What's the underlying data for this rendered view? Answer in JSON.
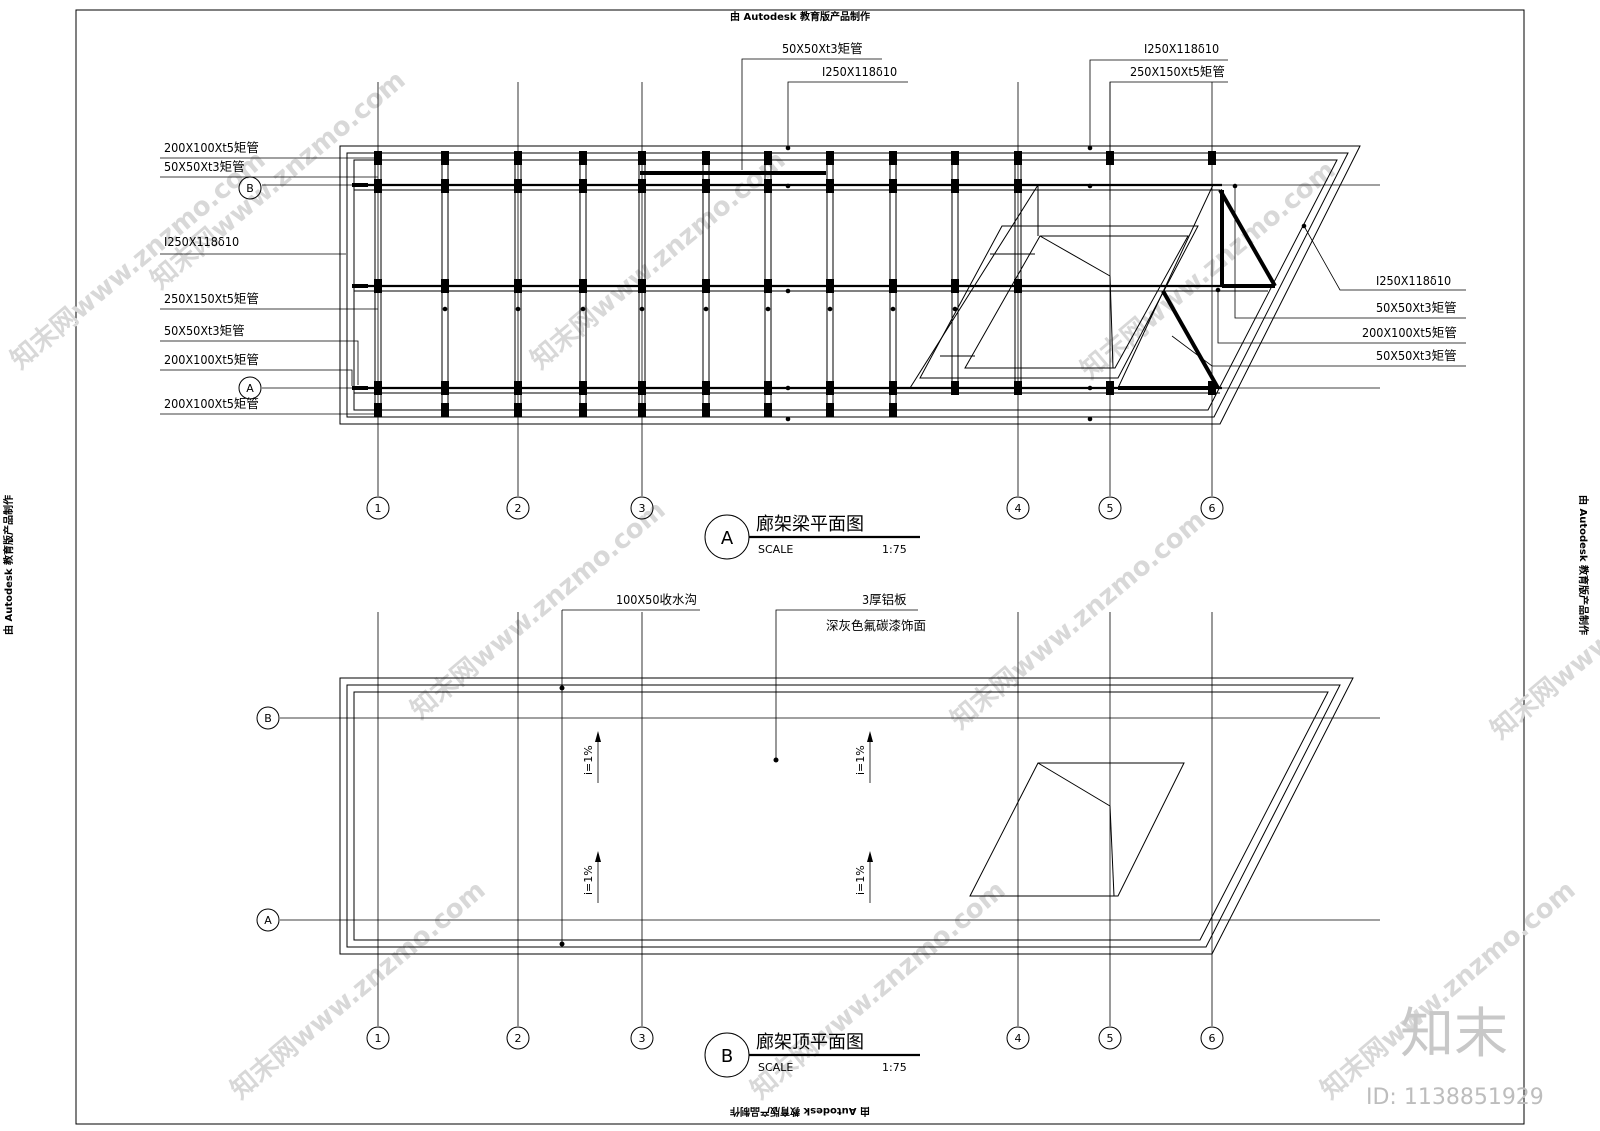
{
  "stamp": "由 Autodesk 教育版产品制作",
  "grid_labels": [
    "1",
    "2",
    "3",
    "4",
    "5",
    "6"
  ],
  "row_labels": [
    "A",
    "B"
  ],
  "plan_a": {
    "marker": "A",
    "title": "廊架梁平面图",
    "scale_label": "SCALE",
    "scale": "1:75",
    "left_callouts": [
      "200X100Xt5矩管",
      "50X50Xt3矩管",
      "I250X118δ10",
      "250X150Xt5矩管",
      "50X50Xt3矩管",
      "200X100Xt5矩管",
      "200X100Xt5矩管"
    ],
    "top_callouts": [
      "50X50Xt3矩管",
      "I250X118δ10",
      "I250X118δ10",
      "250X150Xt5矩管"
    ],
    "right_callouts": [
      "I250X118δ10",
      "50X50Xt3矩管",
      "200X100Xt5矩管",
      "50X50Xt3矩管"
    ]
  },
  "plan_b": {
    "marker": "B",
    "title": "廊架顶平面图",
    "scale_label": "SCALE",
    "scale": "1:75",
    "callout_gutter": "100X50收水沟",
    "callout_panel_1": "3厚铝板",
    "callout_panel_2": "深灰色氟碳漆饰面",
    "slope": "i=1%"
  },
  "watermark": "知末网www.znzmo.com",
  "logo": "知末",
  "image_id": "ID: 1138851929"
}
